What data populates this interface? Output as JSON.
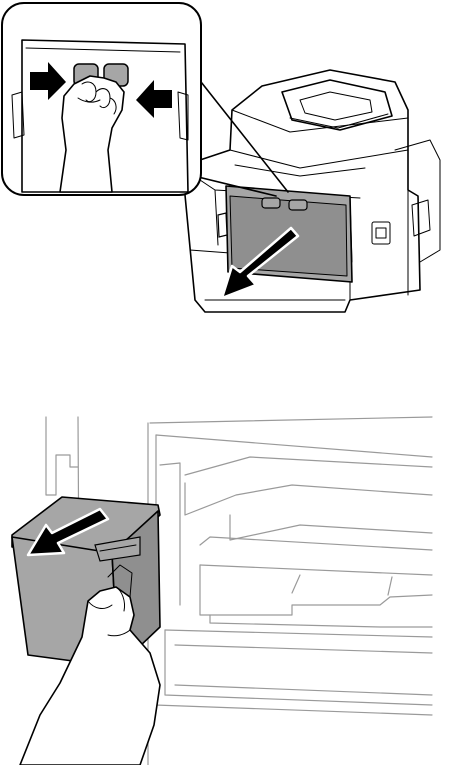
{
  "figure": {
    "steps": [
      {
        "id": "top",
        "subject": "printer-rear-cover",
        "action": "squeeze-tabs-and-pull"
      },
      {
        "id": "bottom",
        "subject": "maintenance-box",
        "action": "pull-out"
      }
    ],
    "colors": {
      "line": "#000000",
      "part_fill": "#a6a6a6",
      "part_fill_dark": "#8f8f8f",
      "background": "#ffffff",
      "faint_line": "#9a9a9a"
    },
    "icons": [
      "arrow-left-icon",
      "arrow-right-icon",
      "pull-arrow-icon",
      "hand-icon"
    ]
  }
}
